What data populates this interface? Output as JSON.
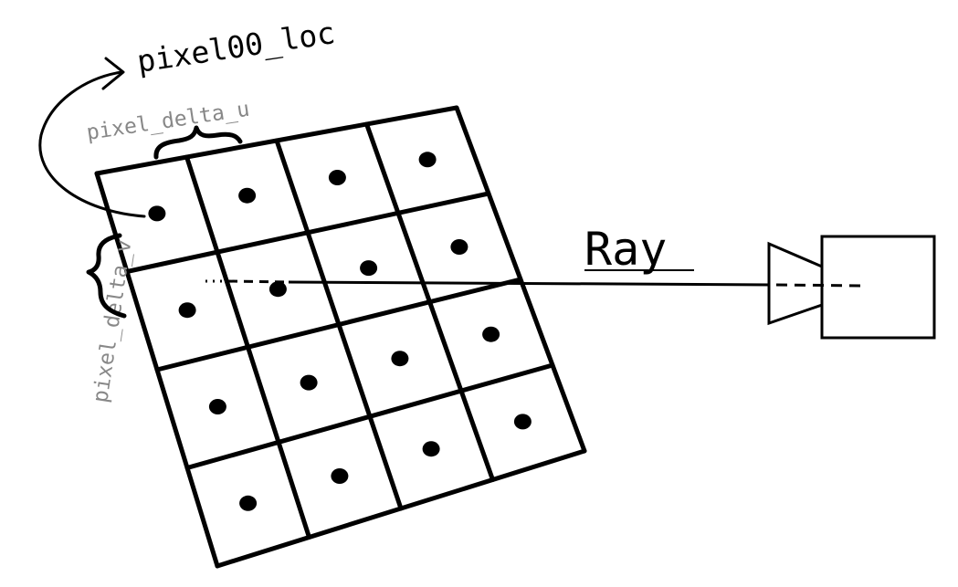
{
  "labels": {
    "origin": "pixel00_loc",
    "delta_u": "pixel_delta_u",
    "delta_v": "pixel_delta_v",
    "ray": "Ray"
  },
  "grid": {
    "rows": 4,
    "cols": 4
  },
  "colors": {
    "ink": "#000000",
    "muted_label": "#888888",
    "background": "#ffffff"
  }
}
